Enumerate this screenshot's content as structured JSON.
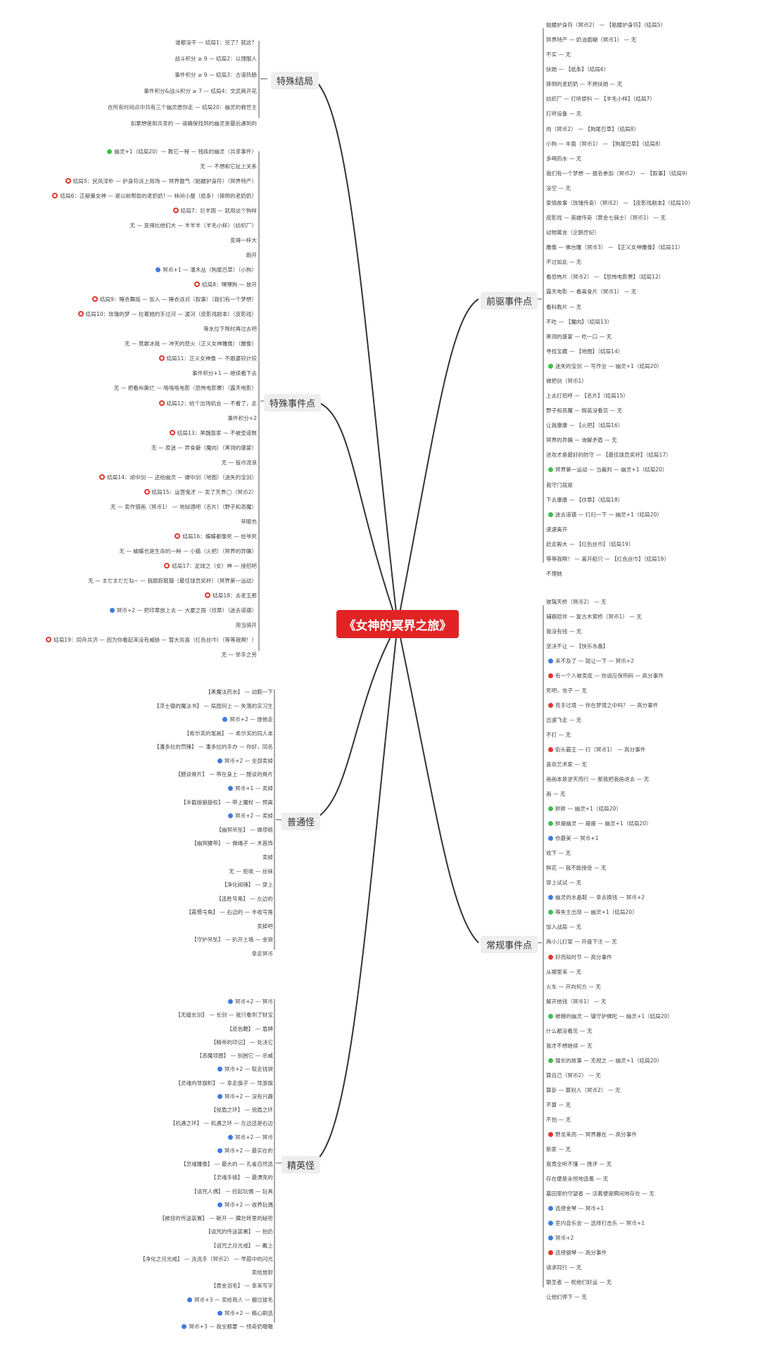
{
  "title": "《女神的冥界之旅》",
  "colors": {
    "center": "#e22326",
    "line": "#333333",
    "blue": "#3f7be0",
    "green": "#3cc24b",
    "red": "#e0352c"
  },
  "main": {
    "special_endings": "特殊结局",
    "special_events": "特殊事件点",
    "normal_monsters": "普通怪",
    "elite_monsters": "精英怪",
    "prelude_events": "前驱事件点",
    "regular_events": "常规事件点"
  },
  "special_endings": [
    [
      "谁都没干",
      "结局1：完了？就这？"
    ],
    [
      "战斗积分 ≥ 9",
      "结局2：以理服人"
    ],
    [
      "事件积分 ≥ 9",
      "结局3：古道热肠"
    ],
    [
      "事件积分&战斗积分 ≥ 7",
      "结局4：文武两开花"
    ],
    [
      "在所有时间点中共有三个幽灵愿你走",
      "结局20：幽灵的救世主"
    ],
    [
      "如果想使用共享的",
      "请确保找到的幽灵是最后遇到的"
    ]
  ],
  "special_events": [
    "幽灵+1（结局20）— 教它一程 — 残疾的幽灵（共享事件）",
    "无 — 不想和它扯上关系",
    "结局5：民风淳朴 — 护身符派上用场 — 冥界傲气（骷髅护身符）（冥界特产）",
    "结局6：正献量女神 — 是以前帮助的老奶奶! — 林间小屋（纸条）（摔倒的老奶奶）",
    "结局7：巨羊国 — 就用这个狗样",
    "无 — 变得比他们大 — 羊羊羊（羊毛小样）（纺织厂）",
    "变得一样大",
    "跑开",
    "冥币+1 — 灌木丛（狗尾巴草）（小狗）",
    "结局8：嘿嘿狗 — 放开",
    "结局9：睡衣舞摇 — 加入 — 睡衣派对（叙事）（我们有一个梦想）",
    "结局10：玫瑰的梦 — 拉着她的手过河 — 渡河（皮影戏剧本）（皮影戏）",
    "等水位下降时再过去吧",
    "无 — 竟敢冰我 — 冲天的怒火（正义女神雕像）（雕像）",
    "结局11：正义女神像 — 不跟婆较计较",
    "事件积分+1 — 继续看下去",
    "无 — 把看布撕烂 — 咯咯咯电影（恐怖电影票）（露天电影）",
    "结局12：给个出场机会 — 不看了，走",
    "事件积分+2",
    "结局13：黑魏盔家 — 不被歪道数",
    "无 — 原迷 — 异食癖（魔肉）（黑翎的盛宴）",
    "无 — 投币流浪",
    "结局14：顽中剑 — 还给幽灵 — 硬中剑（地图）（迷失的宝剑）",
    "结局15：运营鬼才 — 卖了天界◯（冥币2）",
    "无 — 卖作猎画（冥币1） — 地狱酒吧（名片）（野子和恶魔）",
    "苹眼也",
    "结局16：蝶蝶都像死 — 给爷死",
    "无 — 蝴蝶也是生命的一种 — 小猫（火把）（冥界的异确）",
    "结局17：足球之（女）神 — 接招吧",
    "无 — まだまだだね~ — 我跟踪鞋猫（最佳球员奖杯）（冥界第一运动）",
    "结局18：去老王那",
    "冥币+2 — 把印章放上去 — 大厦之国（纹章）（迷去道德）",
    "用当骑开",
    "结局19：同舟共济 — 因为你看起来没有威胁 — 暂大欢喜（红色丝巾）（等等我啊！）",
    "无 — 举手之劳"
  ],
  "normal_monsters": [
    "【黑魔法药水】 — 动鞋一下",
    "【浮士德的魔法书】 — 局园何上 — 失落的实习生",
    "冥币+2 — 放他走",
    "【希尔芙的笔画】 — 希尔芙的同人本",
    "【潘多拉的罚锤】 — 潘多拉的手办 — 你好，同名",
    "冥币+2 — 全部卖掉",
    "【醋谈骨片】 — 带在身上 — 醋谈的骨片",
    "冥币+1 — 卖掉",
    "【半截娘狼狼权】 — 带上魔杖 — 预离",
    "冥币+2 — 卖掉",
    "【幽冥吊坠】 — 做项链",
    "【幽冥腰带】 — 做绳子 — 木首饰",
    "卖掉",
    "无 — 拒收 — 丝袜",
    "【净化阀锤】 — 穿上",
    "【连胜号角】 — 左边的",
    "【震慑号角】 — 右边的 — 丰收号角",
    "卖掉吧",
    "【守护吊坠】 — 扒开土墙 — 金袋",
    "拿走冥币"
  ],
  "elite_monsters": [
    "冥币+2 — 冥币",
    "【无缝长剑】 — 长剑 — 我只看到了财宝",
    "【皮色鞭】 — 盾牌",
    "【精帝的印记】 — 处决它",
    "【恶魔项圈】 — 别困它 — 示威",
    "冥币+2 — 取走钱袋",
    "【灵魂向导旗帜】 — 拿走旗子 — 导游旗",
    "冥币+2 — 没有兴趣",
    "【锐盾之环】 — 锐盾之环",
    "【机遇之环】 — 机遇之环 — 左边还是右边",
    "冥币+2 — 冥币",
    "冥币+2 — 最实在的",
    "【灵魂雕像】 — 最大的 — 孔雀自然选",
    "【灵魂手链】 — 最漂亮的",
    "【诅咒人偶】 — 捡起玩偶 — 玩具",
    "冥币+2 — 收养玩偶",
    "【被扭的传送装置】 — 砸开 — 藏在砖里的秘密",
    "【诅咒的传送装置】 — 拍扔",
    "【诅咒之月光戒】 — 戴上",
    "【净化之月光戒】 — 洗洗手（冥币2） — 早晨中的闪光",
    "卖给放射",
    "【黄金羽毛】 — 拿来写字",
    "冥币+3 — 卖给商人 — 栅过拔毛",
    "冥币+2 — 精心刷选",
    "冥币+3 — 我全都要 — 怪奇奶嗷嗷"
  ],
  "prelude_events": [
    "骷髅护身符（冥币2） — 【骷髅护身符】（结局5）",
    "冥界特产 — 奶油面糊（冥币1） — 无",
    "不买 — 无",
    "扶她 — 【纸条】（结局6）",
    "摔倒的老奶奶 — 不搀扶她 — 无",
    "纺织厂 — 打听原料 — 【羊毛小样】（结局7）",
    "打听设备 — 无",
    "肉（冥币2） — 【狗尾巴草】（结局8）",
    "小狗 — 半面（冥币1） — 【狗尾巴草】（结局8）",
    "多喝热水 — 无",
    "我们有一个梦想 — 报名参加（冥币2） — 【叙事】（结局9）",
    "没空 — 无",
    "爱情故事（玫瑰传奇）（冥币2） — 【皮影戏剧本】（结局10）",
    "皮影戏 — 英雄传奇（黄金七骑士）（冥币1） — 无",
    "动物寓言（企鹅世纪）",
    "雕像 — 佛台雕（冥币3） — 【正义女神雕像】（结局11）",
    "不过如此 — 无",
    "看恐怖片（冥币2） — 【恐怖电影票】（结局12）",
    "露天电影 — 看离食片（冥币1） — 无",
    "看科教片 — 无",
    "不吃 — 【魔肉】（结局13）",
    "黑翎的盛宴 — 吃一口 — 无",
    "寻找宝藏 — 【地图】（结局14）",
    "迷失的宝剑 — 写作业 — 幽灵+1（结局20）",
    "做把剑（冥币1）",
    "上去打招呼 — 【名片】（结局15）",
    "野子和恶魔 — 假装没看见 — 无",
    "让我康康 — 【火把】（结局16）",
    "冥界的异确 — 询解矛盾 — 无",
    "进攻才是最好的防守 — 【最佳球员奖杯】（结局17）",
    "冥界第一运动 — 当裁判 — 幽灵+1（结局20）",
    "我守门就是",
    "下去康康 — 【纹章】（结局18）",
    "迷去道德 — 打扫一下 — 幽灵+1（结局20）",
    "速速离开",
    "赶走殿大 — 【红色丝巾】（结局19）",
    "等等我啊！ — 离开船只 — 【红色丝巾】（结局19）",
    "不理她"
  ],
  "regular_events": [
    "玻璃天桥（冥币2） — 无",
    "辅路陪伴 — 复古木索桥（冥币1） — 无",
    "我没有钱 — 无",
    "坚决不让 — 【快乐水晶】",
    "来不及了 — 就让一下 — 冥币+2",
    "有一个人被卖底 — 你说应保热码 — 高分事件",
    "死吧，虫子 — 无",
    "荒手过境 — 你在梦境之中吗？ — 高分事件",
    "迅速飞走 — 无",
    "不打 — 无",
    "街头霸王 — 打（冥币1） — 高分事件",
    "喜欢艺术家 — 无",
    "画画本是逆天而行 — 那我把我画进去 — 无",
    "画 — 无",
    "胖胖 — 幽灵+1（结局20）",
    "胖瘦幽灵 — 瘦瘦 — 幽灵+1（结局20）",
    "你最美 — 冥币+1",
    "收下 — 无",
    "鲜花 — 我不能接受 — 无",
    "穿上试试 — 无",
    "幽灵的水晶鞋 — 拿去换钱 — 冥币+2",
    "等失主出现 — 幽灵+1（结局20）",
    "加入战局 — 无",
    "两小儿打架 — 开盘下注 — 无",
    "好而知时节 — 高分事件",
    "从哪里来 — 无",
    "火车 — 开向何方 — 无",
    "解开他钱（冥币1） — 无",
    "被缠的幽灵 — 镇守护佛陀 — 幽灵+1（结局20）",
    "什么都没看见 — 无",
    "我才不想继续 — 无",
    "擅长的故事 — 无视之 — 幽灵+1（结局20）",
    "算自己（冥币2） — 无",
    "算卦 — 算别人（冥币2） — 无",
    "不算 — 无",
    "不怕 — 无",
    "野龙来而 — 冥界暮在 — 高分事件",
    "新家 — 无",
    "我竟全听不懂 — 挽评 — 无",
    "存在便是永恒地造着 — 无",
    "墓田里的守望者 — 活着便是瞬间地存在 — 无",
    "选择金琴 — 冥币+1",
    "室内音乐会 — 选择打击乐 — 冥币+1",
    "冥币+2",
    "选择钢琴 — 高分事件",
    "请求同行 — 无",
    "朝圣者 — 祝他们好运 — 无",
    "让他们停下 — 无"
  ]
}
